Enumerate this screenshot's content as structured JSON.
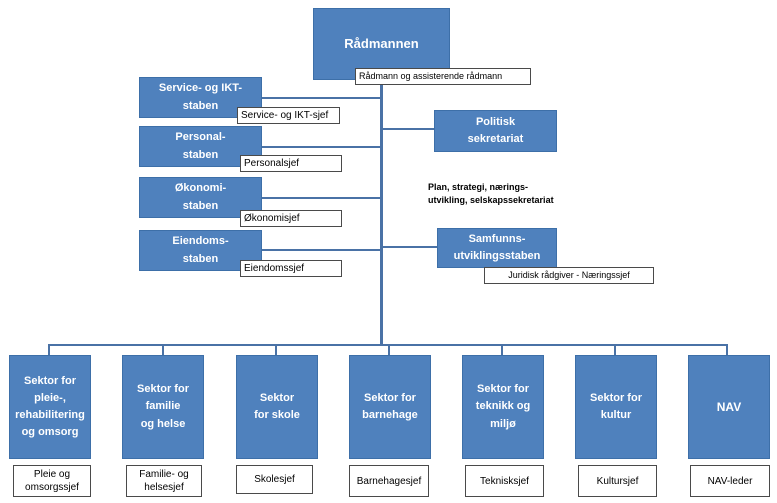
{
  "top": {
    "title": "Rådmannen",
    "label": "Rådmann og assisterende rådmann"
  },
  "staff": [
    {
      "title": "Service- og IKT-\nstaben",
      "label": "Service- og IKT-sjef"
    },
    {
      "title": "Personal-\nstaben",
      "label": "Personalsjef"
    },
    {
      "title": "Økonomi-\nstaben",
      "label": "Økonomisjef"
    },
    {
      "title": "Eiendoms-\nstaben",
      "label": "Eiendomssjef"
    }
  ],
  "right": {
    "politisk": {
      "title": "Politisk\nsekretariat"
    },
    "note": "Plan, strategi, nærings-\nutvikling, selskapssekretariat",
    "samfunn": {
      "title": "Samfunns-\nutviklingsstaben",
      "label": "Juridisk rådgiver - Næringssjef"
    }
  },
  "sectors": [
    {
      "title": "Sektor for\npleie-,\nrehabilitering\nog omsorg",
      "chief": "Pleie og\nomsorgssjef"
    },
    {
      "title": "Sektor for\nfamilie\nog helse",
      "chief": "Familie- og\nhelsesjef"
    },
    {
      "title": "Sektor\nfor skole",
      "chief": "Skolesjef"
    },
    {
      "title": "Sektor for\nbarnehage",
      "chief": "Barnehagesjef"
    },
    {
      "title": "Sektor for\nteknikk og\nmiljø",
      "chief": "Teknisksjef"
    },
    {
      "title": "Sektor for\nkultur",
      "chief": "Kultursjef"
    },
    {
      "title": "NAV",
      "chief": "NAV-leder"
    }
  ]
}
